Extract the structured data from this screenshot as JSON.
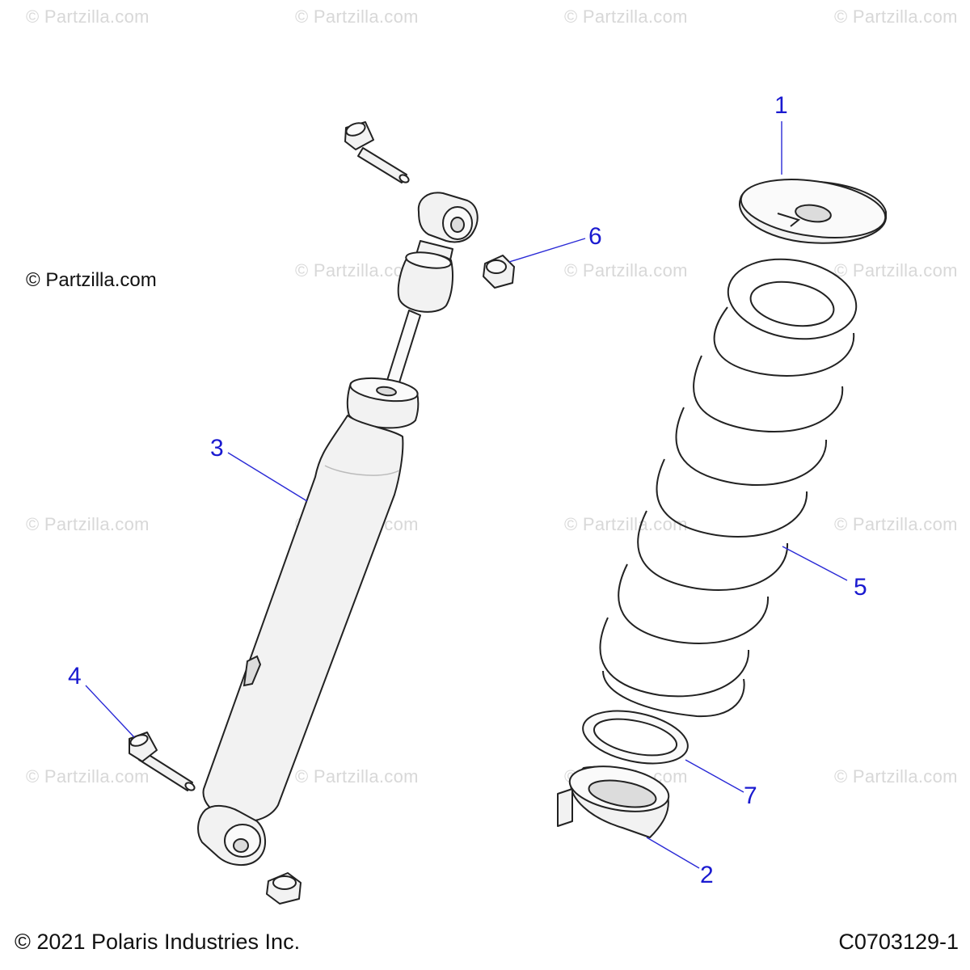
{
  "watermark_text": "© Partzilla.com",
  "brand_label": "© Partzilla.com",
  "copyright": "© 2021 Polaris Industries Inc.",
  "diagram_code": "C0703129-1",
  "callouts": {
    "c1": "1",
    "c2": "2",
    "c3": "3",
    "c4": "4",
    "c5": "5",
    "c6": "6",
    "c7": "7"
  },
  "colors": {
    "callout": "#1a1ad0",
    "line_art": "#222222",
    "part_fill": "#f2f2f2",
    "watermark": "#d8d8d8"
  }
}
